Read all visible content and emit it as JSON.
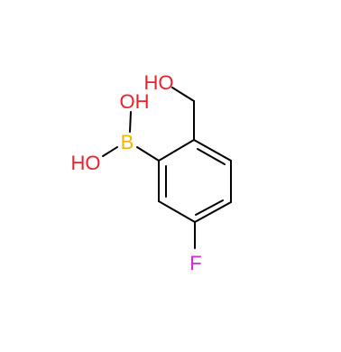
{
  "molecule": {
    "atoms": {
      "oh_top": {
        "label": "OH",
        "color": "#e8212d"
      },
      "boron": {
        "label": "B",
        "color": "#f2b600"
      },
      "ho_left": {
        "label": "HO",
        "color": "#e8212d"
      },
      "ho_hydroxymethyl": {
        "label": "HO",
        "color": "#e8212d"
      },
      "fluorine": {
        "label": "F",
        "color": "#d228d2"
      }
    },
    "bond_color": "#000000"
  }
}
